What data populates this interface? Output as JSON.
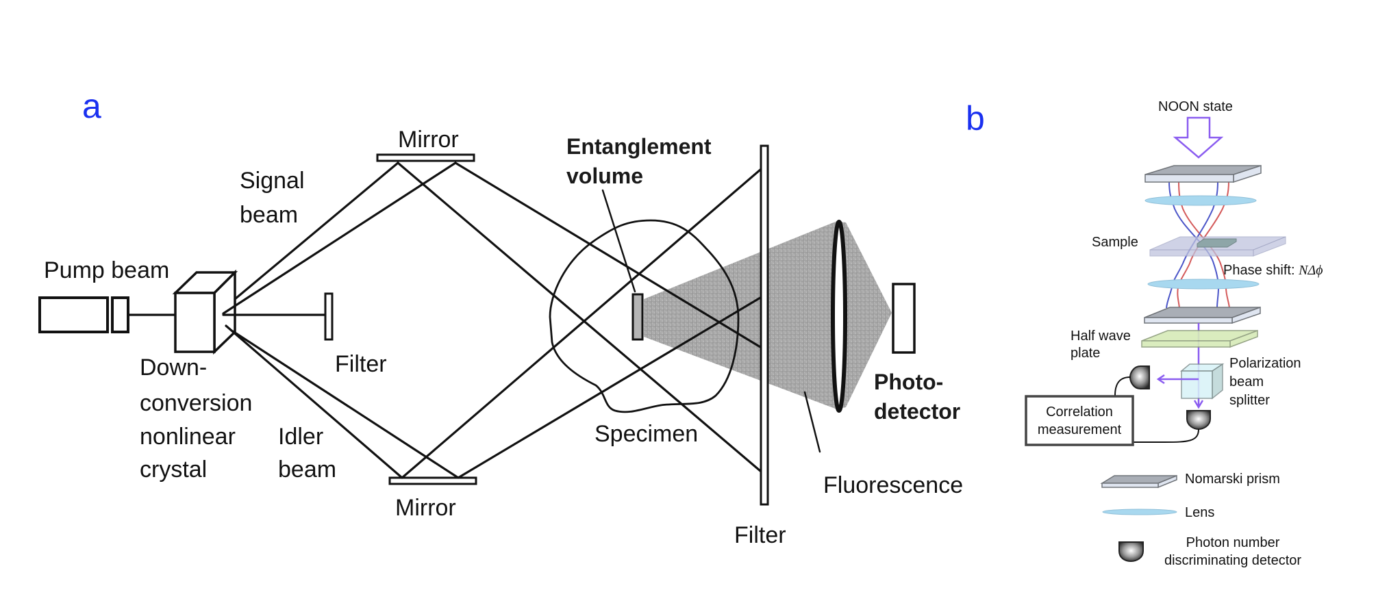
{
  "figure": {
    "panel_a": {
      "letter": "a",
      "letter_color": "#1a30f0",
      "labels": {
        "pump_beam": "Pump beam",
        "signal_beam": [
          "Signal",
          "beam"
        ],
        "mirror_top": "Mirror",
        "mirror_bottom": "Mirror",
        "filter_small": "Filter",
        "crystal": [
          "Down-",
          "conversion",
          "nonlinear",
          "crystal"
        ],
        "idler_beam": [
          "Idler",
          "beam"
        ],
        "entanglement_volume": [
          "Entanglement",
          "volume"
        ],
        "specimen": "Specimen",
        "filter_large": "Filter",
        "photodetector": [
          "Photo-",
          "detector"
        ],
        "fluorescence": "Fluorescence"
      },
      "colors": {
        "line": "#111111",
        "cone_fill": "#9c9c9c"
      }
    },
    "panel_b": {
      "letter": "b",
      "letter_color": "#1a30f0",
      "labels": {
        "noon_state": "NOON state",
        "sample": "Sample",
        "phase_shift": "Phase shift: ",
        "phase_shift_symbol": "NΔϕ",
        "half_wave_plate": [
          "Half wave",
          "plate"
        ],
        "polarization_beam_splitter": [
          "Polarization",
          "beam",
          "splitter"
        ],
        "correlation_measurement": [
          "Correlation",
          "measurement"
        ]
      },
      "legend": [
        {
          "icon": "nomarski-prism",
          "label": "Nomarski prism"
        },
        {
          "icon": "lens",
          "label": "Lens"
        },
        {
          "icon": "detector",
          "label": [
            "Photon number",
            "discriminating detector"
          ]
        }
      ],
      "colors": {
        "arrow": "#8a5cf0",
        "prism_top": "#a9aeb6",
        "prism_front": "#dfe5f0",
        "lens": "#a8d8ef",
        "sample_plate": "#c0c4de",
        "sample_chip": "#8ea6a8",
        "half_wave_plate": "#d7ebb8",
        "pbs": "#d8f3f7",
        "beam_blue": "#4b55c8",
        "beam_red": "#d45a5a"
      }
    }
  }
}
